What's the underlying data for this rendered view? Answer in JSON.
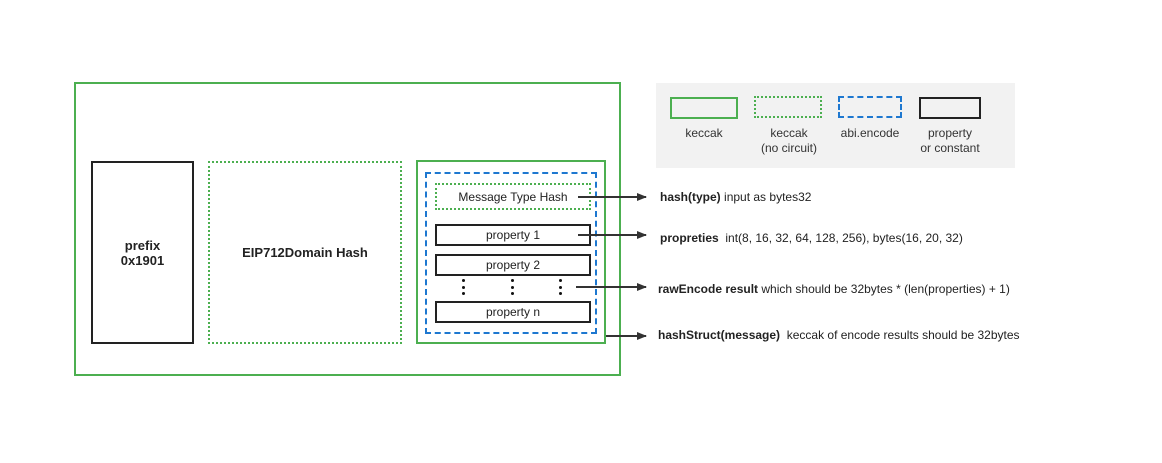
{
  "boxes": {
    "prefix_label": "prefix",
    "prefix_value": "0x1901",
    "domain_label": "EIP712Domain Hash",
    "type_hash_label": "Message Type Hash",
    "property1_label": "property 1",
    "property2_label": "property 2",
    "propertyn_label": "property n"
  },
  "legend": {
    "items": [
      {
        "label_line1": "keccak",
        "label_line2": "",
        "style": "green-solid"
      },
      {
        "label_line1": "keccak",
        "label_line2": "(no circuit)",
        "style": "green-dotted"
      },
      {
        "label_line1": "abi.encode",
        "label_line2": "",
        "style": "blue-dashed"
      },
      {
        "label_line1": "property",
        "label_line2": "or constant",
        "style": "black-solid"
      }
    ]
  },
  "notes": {
    "type_bold": "hash(type)",
    "type_text": "input as bytes32",
    "props_bold": "propreties",
    "props_text": "int(8, 16, 32, 64, 128, 256), bytes(16, 20, 32)",
    "raw_bold": "rawEncode result",
    "raw_text": "which should be 32bytes * (len(properties) + 1)",
    "struct_bold": "hashStruct(message)",
    "struct_text": "keccak of encode results should be 32bytes"
  },
  "colors": {
    "keccak_green": "#4caf50",
    "abi_blue": "#1e78d0",
    "property_black": "#222222",
    "legend_bg": "#f2f2f2"
  }
}
